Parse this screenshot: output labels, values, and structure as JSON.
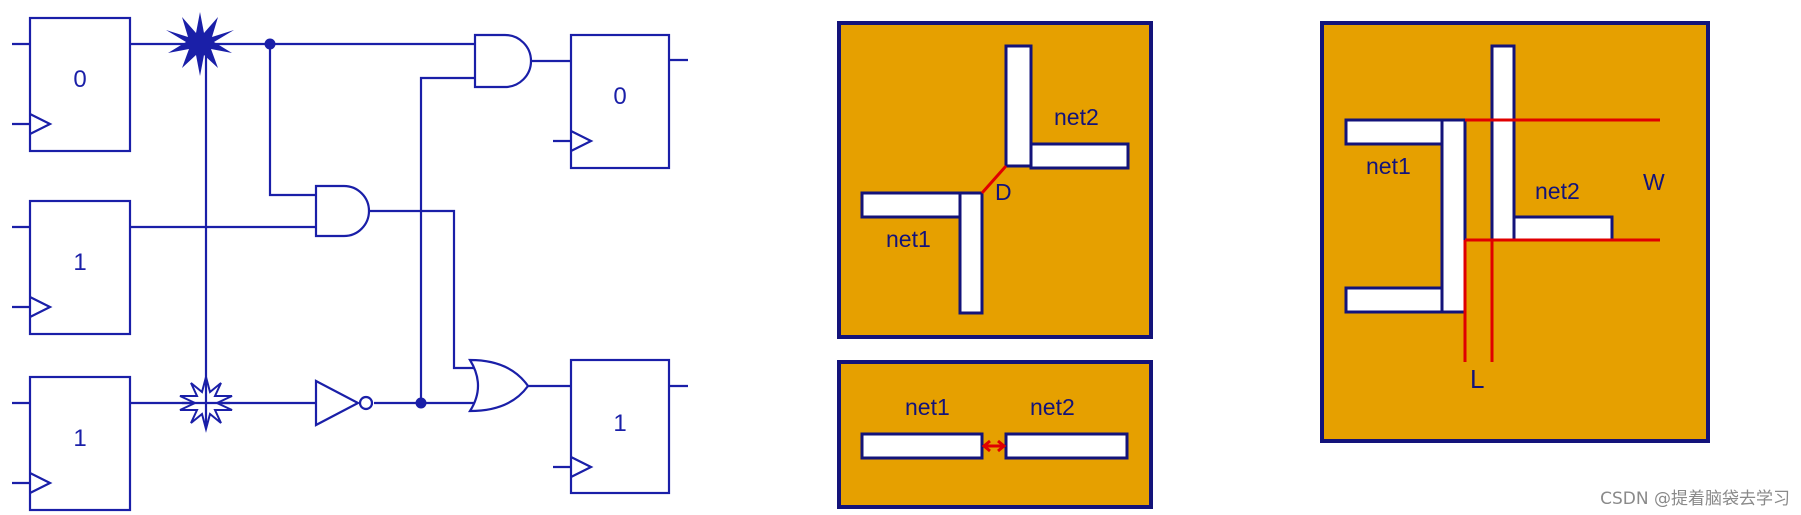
{
  "circuit": {
    "flipflops": {
      "ff1": "0",
      "ff2": "1",
      "ff3": "1",
      "ff_out_top": "0",
      "ff_out_bottom": "1"
    }
  },
  "spacing_panel_top": {
    "net1": "net1",
    "net2": "net2",
    "distance": "D"
  },
  "spacing_panel_bottom": {
    "net1": "net1",
    "net2": "net2"
  },
  "parallel_panel": {
    "net1": "net1",
    "net2": "net2",
    "width": "W",
    "length": "L"
  },
  "colors": {
    "wire": "#1a1fa8",
    "panel_fill": "#E6A000",
    "panel_border": "#13137a",
    "highlight": "#e00000"
  },
  "watermark": "CSDN @提着脑袋去学习"
}
